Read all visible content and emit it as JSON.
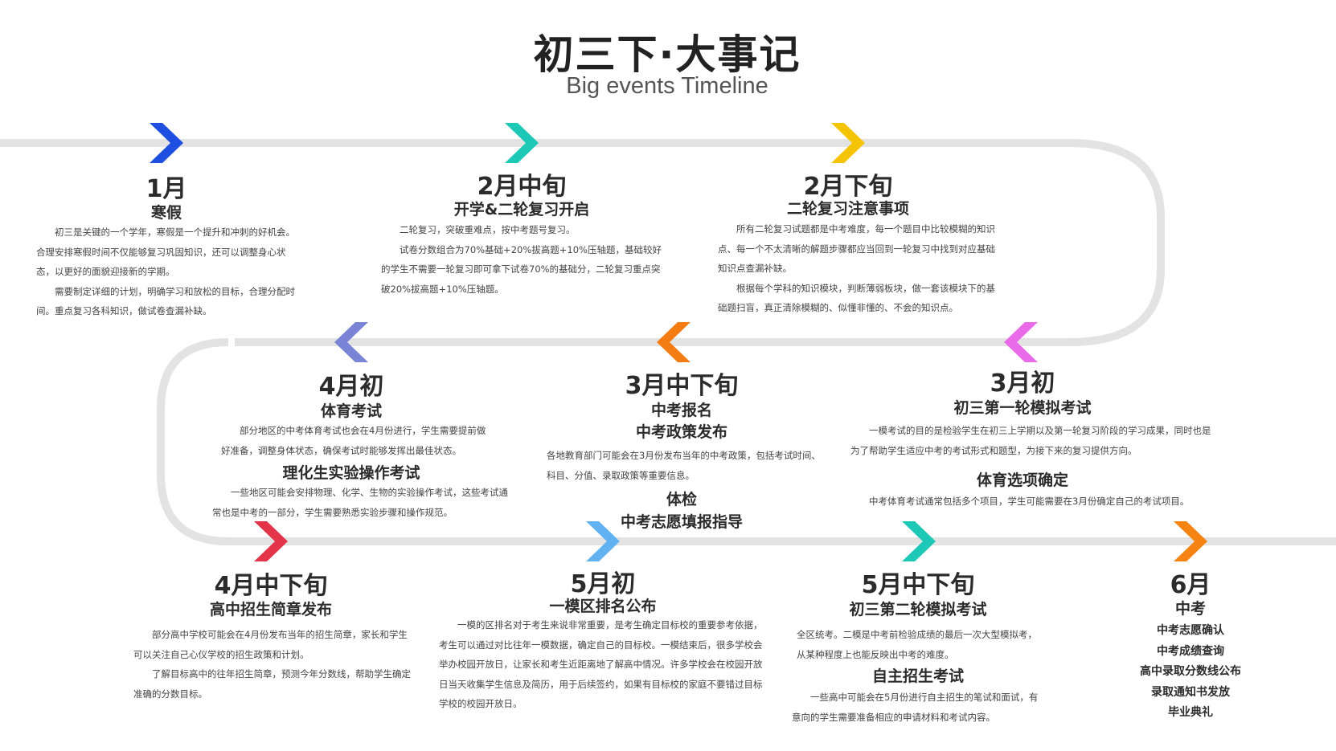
{
  "header": {
    "title": "初三下·大事记",
    "subtitle": "Big events Timeline"
  },
  "events": [
    {
      "month": "1月",
      "color": "#1f4fe0",
      "heading": "寒假",
      "paragraphs": [
        "初三是关键的一个学年，寒假是一个提升和冲刺的好机会。合理安排寒假时间不仅能够复习巩固知识，还可以调整身心状态，以更好的面貌迎接新的学期。",
        "需要制定详细的计划，明确学习和放松的目标，合理分配时间。重点复习各科知识，做试卷查漏补缺。"
      ]
    },
    {
      "month": "2月中旬",
      "color": "#1ec8b6",
      "heading": "开学&二轮复习开启",
      "paragraphs": [
        "二轮复习，突破重难点，按中考题号复习。",
        "试卷分数组合为70%基础+20%拔高题+10%压轴题，基础较好的学生不需要一轮复习即可拿下试卷70%的基础分，二轮复习重点突破20%拔高题+10%压轴题。"
      ]
    },
    {
      "month": "2月下旬",
      "color": "#f5c400",
      "heading": "二轮复习注意事项",
      "paragraphs": [
        "所有二轮复习试题都是中考难度，每一个题目中比较模糊的知识点、每一个不太清晰的解题步骤都应当回到一轮复习中找到对应基础知识点查漏补缺。",
        "根据每个学科的知识模块，判断薄弱板块，做一套该模块下的基础题扫盲，真正清除模糊的、似懂非懂的、不会的知识点。"
      ]
    },
    {
      "month": "3月初",
      "color": "#e96be9",
      "heading": "初三第一轮模拟考试",
      "paragraphs": [
        "一模考试的目的是检验学生在初三上学期以及第一轮复习阶段的学习成果，同时也是为了帮助学生适应中考的考试形式和题型，为接下来的复习提供方向。"
      ],
      "heading2": "体育选项确定",
      "paragraphs2": [
        "中考体育考试通常包括多个项目，学生可能需要在3月份确定自己的考试项目。"
      ]
    },
    {
      "month": "3月中下旬",
      "color": "#f57c12",
      "heading": "中考报名",
      "heading_b": "中考政策发布",
      "paragraphs": [
        "各地教育部门可能会在3月份发布当年的中考政策，包括考试时间、科目、分值、录取政策等重要信息。"
      ],
      "heading2": "体检",
      "heading2_b": "中考志愿填报指导"
    },
    {
      "month": "4月初",
      "color": "#7a84d6",
      "heading": "体育考试",
      "paragraphs": [
        "部分地区的中考体育考试也会在4月份进行，学生需要提前做好准备，调整身体状态，确保考试时能够发挥出最佳状态。"
      ],
      "heading2": "理化生实验操作考试",
      "paragraphs2": [
        "一些地区可能会安排物理、化学、生物的实验操作考试，这些考试通常也是中考的一部分，学生需要熟悉实验步骤和操作规范。"
      ]
    },
    {
      "month": "4月中下旬",
      "color": "#e3344a",
      "heading": "高中招生简章发布",
      "paragraphs": [
        "部分高中学校可能会在4月份发布当年的招生简章，家长和学生可以关注自己心仪学校的招生政策和计划。",
        "了解目标高中的往年招生简章，预测今年分数线，帮助学生确定准确的分数目标。"
      ]
    },
    {
      "month": "5月初",
      "color": "#62b2f2",
      "heading": "一模区排名公布",
      "paragraphs": [
        "一模的区排名对于考生来说非常重要，是考生确定目标校的重要参考依据，考生可以通过对比往年一模数据，确定自己的目标校。一模结束后，很多学校会举办校园开放日，让家长和考生近距离地了解高中情况。许多学校会在校园开放日当天收集学生信息及简历，用于后续签约，如果有目标校的家庭不要错过目标学校的校园开放日。"
      ]
    },
    {
      "month": "5月中下旬",
      "color": "#1ec8b6",
      "heading": "初三第二轮模拟考试",
      "paragraphs": [
        "全区统考。二模是中考前检验成绩的最后一次大型模拟考，从某种程度上也能反映出中考的难度。"
      ],
      "heading2": "自主招生考试",
      "paragraphs2": [
        "一些高中可能会在5月份进行自主招生的笔试和面试，有意向的学生需要准备相应的申请材料和考试内容。"
      ]
    },
    {
      "month": "6月",
      "color": "#f58412",
      "heading": "中考",
      "items": [
        "中考志愿确认",
        "中考成绩查询",
        "高中录取分数线公布",
        "录取通知书发放",
        "毕业典礼"
      ]
    }
  ]
}
